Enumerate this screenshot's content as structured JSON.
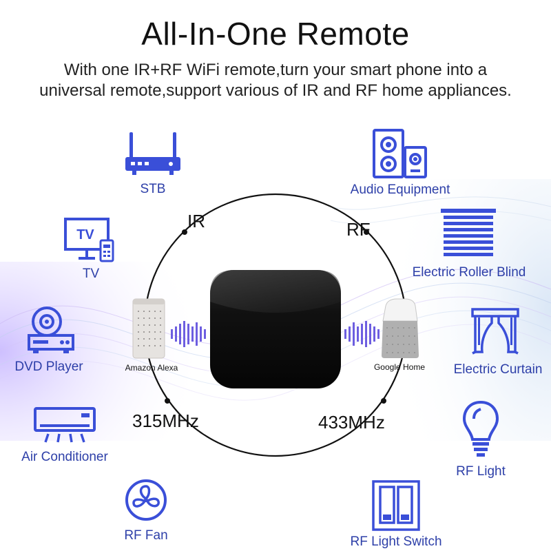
{
  "header": {
    "title": "All-In-One Remote",
    "subtitle_line1": "With one IR+RF WiFi remote,turn your smart phone into a",
    "subtitle_line2": "universal remote,support various of IR and RF home appliances."
  },
  "colors": {
    "icon": "#3a4fd8",
    "label": "#2d3fa8",
    "text": "#111111",
    "accent_purple": "#8a6ee8"
  },
  "circle": {
    "ir": "IR",
    "rf": "RF",
    "freq_left": "315MHz",
    "freq_right": "433MHz"
  },
  "speakers": {
    "left": "Amazon Alexa",
    "right": "Google Home"
  },
  "appliances": {
    "stb": {
      "label": "STB",
      "icon": "router-icon"
    },
    "tv": {
      "label": "TV",
      "icon_text": "TV",
      "icon": "tv-icon"
    },
    "dvd": {
      "label": "DVD Player",
      "icon": "dvd-player-icon"
    },
    "ac": {
      "label": "Air Conditioner",
      "icon": "air-conditioner-icon"
    },
    "fan": {
      "label": "RF Fan",
      "icon": "fan-icon"
    },
    "audio": {
      "label": "Audio Equipment",
      "icon": "speakers-icon"
    },
    "blind": {
      "label": "Electric Roller Blind",
      "icon": "roller-blind-icon"
    },
    "curtain": {
      "label": "Electric Curtain",
      "icon": "curtain-icon"
    },
    "light": {
      "label": "RF Light",
      "icon": "light-bulb-icon"
    },
    "switch": {
      "label": "RF Light Switch",
      "icon": "light-switch-icon"
    }
  }
}
